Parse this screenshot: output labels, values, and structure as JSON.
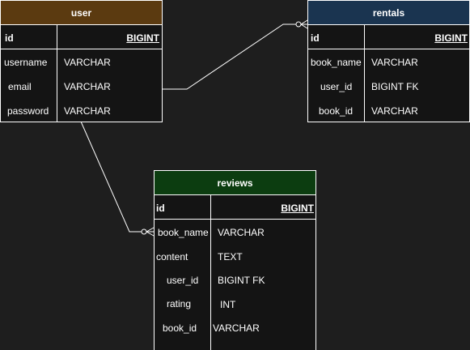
{
  "colors": {
    "background": "#1e1e1e",
    "user_header": "#5b3a10",
    "rentals_header": "#1a3450",
    "reviews_header": "#0c3d10",
    "line": "#ffffff"
  },
  "user": {
    "title": "user",
    "pk": {
      "name": "id",
      "type": "BIGINT"
    },
    "fields": [
      {
        "name": "username",
        "type": "VARCHAR"
      },
      {
        "name": "email",
        "type": "VARCHAR"
      },
      {
        "name": "password",
        "type": "VARCHAR"
      }
    ]
  },
  "rentals": {
    "title": "rentals",
    "pk": {
      "name": "id",
      "type": "BIGINT"
    },
    "fields": [
      {
        "name": "book_name",
        "type": "VARCHAR"
      },
      {
        "name": "user_id",
        "type": "BIGINT FK"
      },
      {
        "name": "book_id",
        "type": "VARCHAR"
      }
    ]
  },
  "reviews": {
    "title": "reviews",
    "pk": {
      "name": "id",
      "type": "BIGINT"
    },
    "fields": [
      {
        "name": "book_name",
        "type": "VARCHAR"
      },
      {
        "name": "content",
        "type": "TEXT"
      },
      {
        "name": "user_id",
        "type": "BIGINT FK"
      },
      {
        "name": "rating",
        "type": "INT"
      },
      {
        "name": "book_id",
        "type": "VARCHAR"
      }
    ]
  }
}
